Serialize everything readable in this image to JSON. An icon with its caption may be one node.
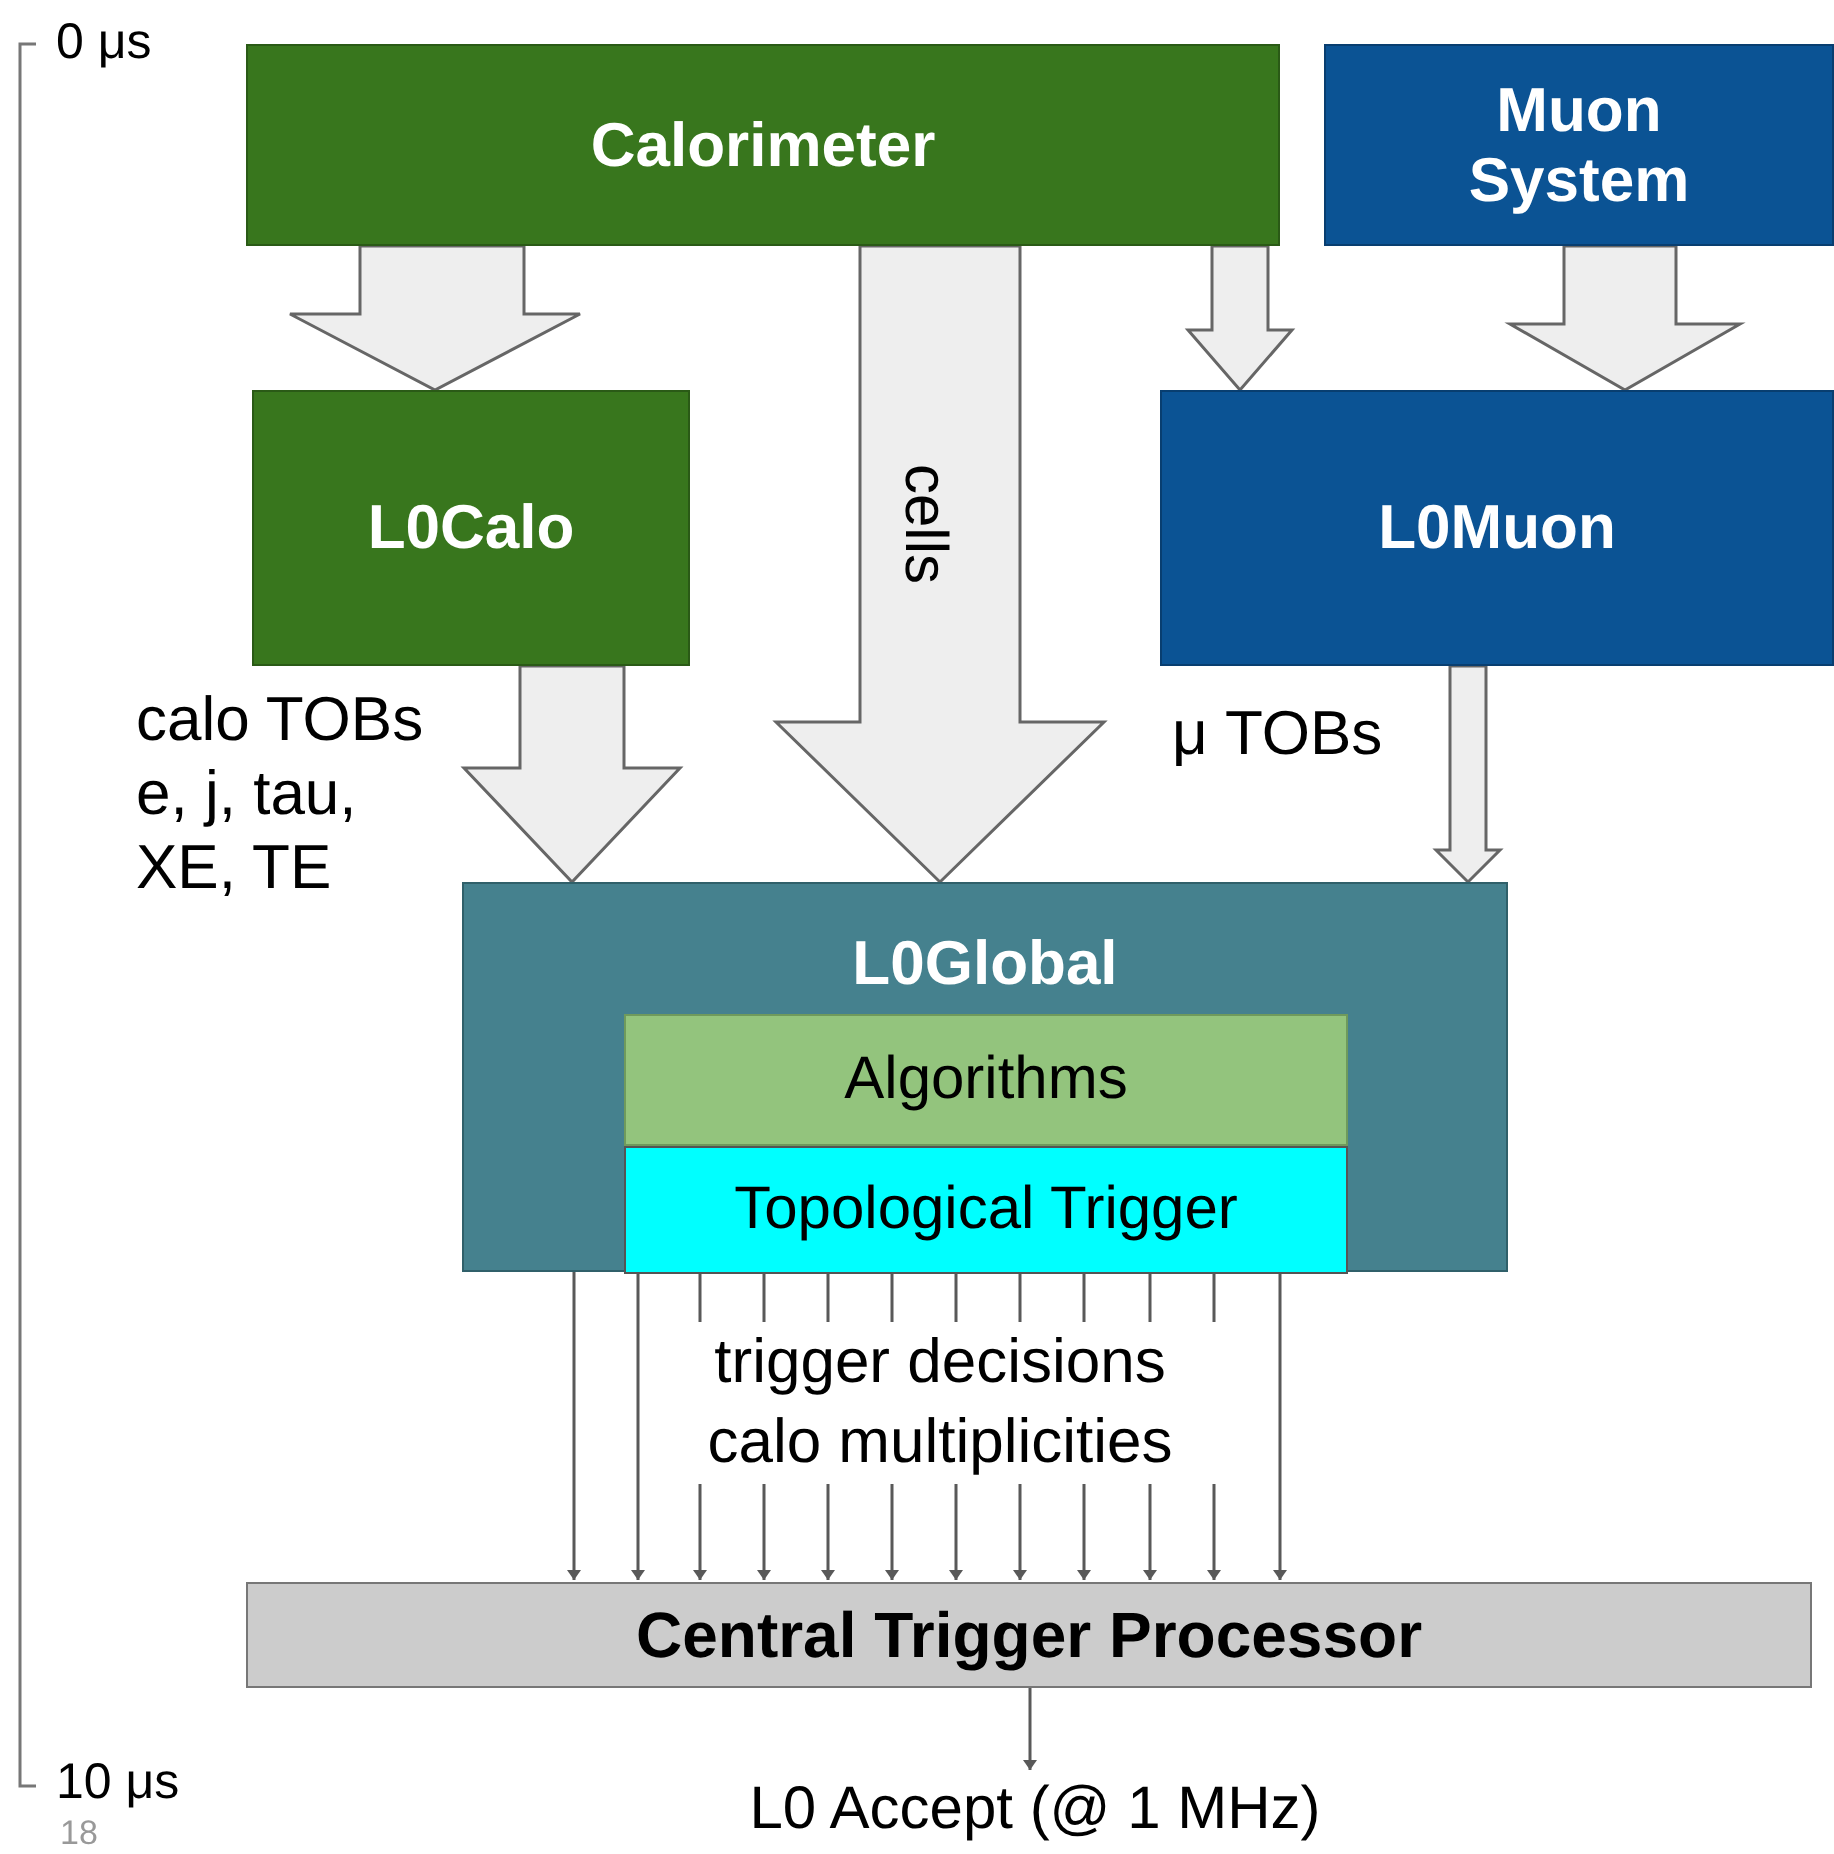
{
  "diagram": {
    "nodes": [
      {
        "text": [
          "Calorimeter"
        ]
      },
      {
        "text": [
          "Muon System"
        ]
      },
      {
        "text": [
          "L0Calo"
        ]
      },
      {
        "text": [
          "L0Muon"
        ]
      },
      {
        "text": [
          "L0Global"
        ]
      },
      {
        "text": [
          "Algorithms"
        ],
        "in": 4
      },
      {
        "text": [
          "Topological Trigger"
        ],
        "in": 4
      },
      {
        "text": [
          "Central Trigger Processor"
        ]
      },
      {
        "text": [
          "L0 Accept (@ 1 MHz)"
        ]
      }
    ],
    "edges": [
      {
        "from": 0,
        "to": 2,
        "arrow": "to",
        "style": "thick"
      },
      {
        "from": 0,
        "to": 4,
        "arrow": "to",
        "style": "thick",
        "label": "cells"
      },
      {
        "from": 0,
        "to": 3,
        "arrow": "to",
        "style": "thick"
      },
      {
        "from": 1,
        "to": 3,
        "arrow": "to",
        "style": "thick"
      },
      {
        "from": 2,
        "to": 4,
        "arrow": "to",
        "style": "thick",
        "label": "calo TOBs e, j, tau, XE, TE"
      },
      {
        "from": 3,
        "to": 4,
        "arrow": "to",
        "style": "thick",
        "label": "μ TOBs"
      },
      {
        "from": 4,
        "to": 7,
        "arrow": "to"
      },
      {
        "from": 6,
        "to": 7,
        "arrow": "to"
      },
      {
        "from": 6,
        "to": 7,
        "arrow": "to"
      },
      {
        "from": 6,
        "to": 7,
        "arrow": "to"
      },
      {
        "from": 6,
        "to": 7,
        "arrow": "to"
      },
      {
        "from": 6,
        "to": 7,
        "arrow": "to"
      },
      {
        "from": 6,
        "to": 7,
        "arrow": "to"
      },
      {
        "from": 6,
        "to": 7,
        "arrow": "to"
      },
      {
        "from": 6,
        "to": 7,
        "arrow": "to"
      },
      {
        "from": 6,
        "to": 7,
        "arrow": "to"
      },
      {
        "from": 6,
        "to": 7,
        "arrow": "to"
      },
      {
        "from": 6,
        "to": 7,
        "arrow": "to"
      },
      {
        "from": 7,
        "to": 8,
        "arrow": "to"
      }
    ],
    "labels": [
      "0 μs",
      "trigger decisions calo multiplicities",
      "10 μs",
      "18"
    ]
  }
}
